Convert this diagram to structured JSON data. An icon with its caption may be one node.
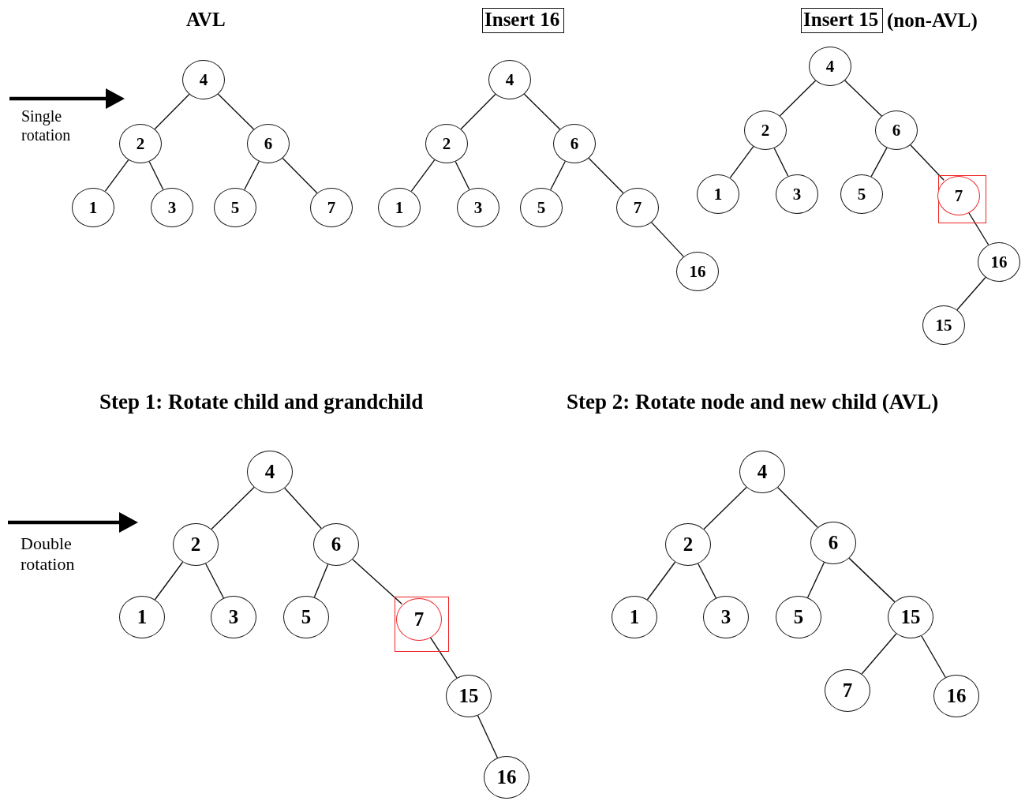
{
  "diagram": {
    "nodes": [
      {
        "text": [
          "Insert 16"
        ]
      },
      {
        "text": [
          "Insert 15"
        ],
        "beside": [
          "(non-AVL)"
        ]
      },
      {
        "text": [
          "4"
        ]
      },
      {
        "text": [
          "2"
        ]
      },
      {
        "text": [
          "6"
        ]
      },
      {
        "text": [
          "1"
        ]
      },
      {
        "text": [
          "3"
        ]
      },
      {
        "text": [
          "5"
        ]
      },
      {
        "text": [
          "7"
        ]
      },
      {
        "text": [
          "4"
        ]
      },
      {
        "text": [
          "2"
        ]
      },
      {
        "text": [
          "6"
        ]
      },
      {
        "text": [
          "1"
        ]
      },
      {
        "text": [
          "3"
        ]
      },
      {
        "text": [
          "5"
        ]
      },
      {
        "text": [
          "7"
        ]
      },
      {
        "text": [
          "16"
        ]
      },
      {
        "text": [
          "4"
        ]
      },
      {
        "text": [
          "2"
        ]
      },
      {
        "text": [
          "6"
        ]
      },
      {
        "text": [
          "1"
        ]
      },
      {
        "text": [
          "3"
        ]
      },
      {
        "text": [
          "5"
        ]
      },
      {
        "text": [],
        "shape": "box"
      },
      {
        "text": [
          "7"
        ],
        "in": 23
      },
      {
        "text": [
          "16"
        ]
      },
      {
        "text": [
          "15"
        ]
      },
      {
        "text": [
          "4"
        ]
      },
      {
        "text": [
          "2"
        ]
      },
      {
        "text": [
          "6"
        ]
      },
      {
        "text": [
          "1"
        ]
      },
      {
        "text": [
          "3"
        ]
      },
      {
        "text": [
          "5"
        ]
      },
      {
        "text": [],
        "shape": "box"
      },
      {
        "text": [
          "7"
        ],
        "in": 33
      },
      {
        "text": [
          "15"
        ]
      },
      {
        "text": [
          "16"
        ]
      },
      {
        "text": [
          "4"
        ]
      },
      {
        "text": [
          "2"
        ]
      },
      {
        "text": [
          "6"
        ]
      },
      {
        "text": [
          "1"
        ]
      },
      {
        "text": [
          "3"
        ]
      },
      {
        "text": [
          "5"
        ]
      },
      {
        "text": [
          "15"
        ]
      },
      {
        "text": [
          "7"
        ]
      },
      {
        "text": [
          "16"
        ]
      }
    ],
    "edges": [
      {
        "from": 2,
        "to": 3,
        "arrow": "none"
      },
      {
        "from": 2,
        "to": 4,
        "arrow": "none"
      },
      {
        "from": 3,
        "to": 5,
        "arrow": "none"
      },
      {
        "from": 3,
        "to": 6,
        "arrow": "none"
      },
      {
        "from": 4,
        "to": 7,
        "arrow": "none"
      },
      {
        "from": 4,
        "to": 8,
        "arrow": "none"
      },
      {
        "from": 9,
        "to": 10,
        "arrow": "none"
      },
      {
        "from": 9,
        "to": 11,
        "arrow": "none"
      },
      {
        "from": 10,
        "to": 12,
        "arrow": "none"
      },
      {
        "from": 10,
        "to": 13,
        "arrow": "none"
      },
      {
        "from": 11,
        "to": 14,
        "arrow": "none"
      },
      {
        "from": 11,
        "to": 15,
        "arrow": "none"
      },
      {
        "from": 15,
        "to": 16,
        "arrow": "none"
      },
      {
        "from": 17,
        "to": 18,
        "arrow": "none"
      },
      {
        "from": 17,
        "to": 19,
        "arrow": "none"
      },
      {
        "from": 18,
        "to": 20,
        "arrow": "none"
      },
      {
        "from": 18,
        "to": 21,
        "arrow": "none"
      },
      {
        "from": 19,
        "to": 22,
        "arrow": "none"
      },
      {
        "from": 19,
        "to": 24,
        "arrow": "none"
      },
      {
        "from": 24,
        "to": 25,
        "arrow": "none"
      },
      {
        "from": 25,
        "to": 26,
        "arrow": "none"
      },
      {
        "from": 27,
        "to": 28,
        "arrow": "none"
      },
      {
        "from": 27,
        "to": 29,
        "arrow": "none"
      },
      {
        "from": 28,
        "to": 30,
        "arrow": "none"
      },
      {
        "from": 28,
        "to": 31,
        "arrow": "none"
      },
      {
        "from": 29,
        "to": 32,
        "arrow": "none"
      },
      {
        "from": 29,
        "to": 34,
        "arrow": "none"
      },
      {
        "from": 34,
        "to": 35,
        "arrow": "none"
      },
      {
        "from": 35,
        "to": 36,
        "arrow": "none"
      },
      {
        "from": 37,
        "to": 38,
        "arrow": "none"
      },
      {
        "from": 37,
        "to": 39,
        "arrow": "none"
      },
      {
        "from": 38,
        "to": 40,
        "arrow": "none"
      },
      {
        "from": 38,
        "to": 41,
        "arrow": "none"
      },
      {
        "from": 39,
        "to": 42,
        "arrow": "none"
      },
      {
        "from": 39,
        "to": 43,
        "arrow": "none"
      },
      {
        "from": 43,
        "to": 44,
        "arrow": "none"
      },
      {
        "from": 43,
        "to": 45,
        "arrow": "none"
      }
    ],
    "labels": [
      "AVL",
      "Single rotation",
      "Step 1: Rotate child and grandchild",
      "Step 2: Rotate node and new child (AVL)",
      "Double rotation"
    ]
  }
}
